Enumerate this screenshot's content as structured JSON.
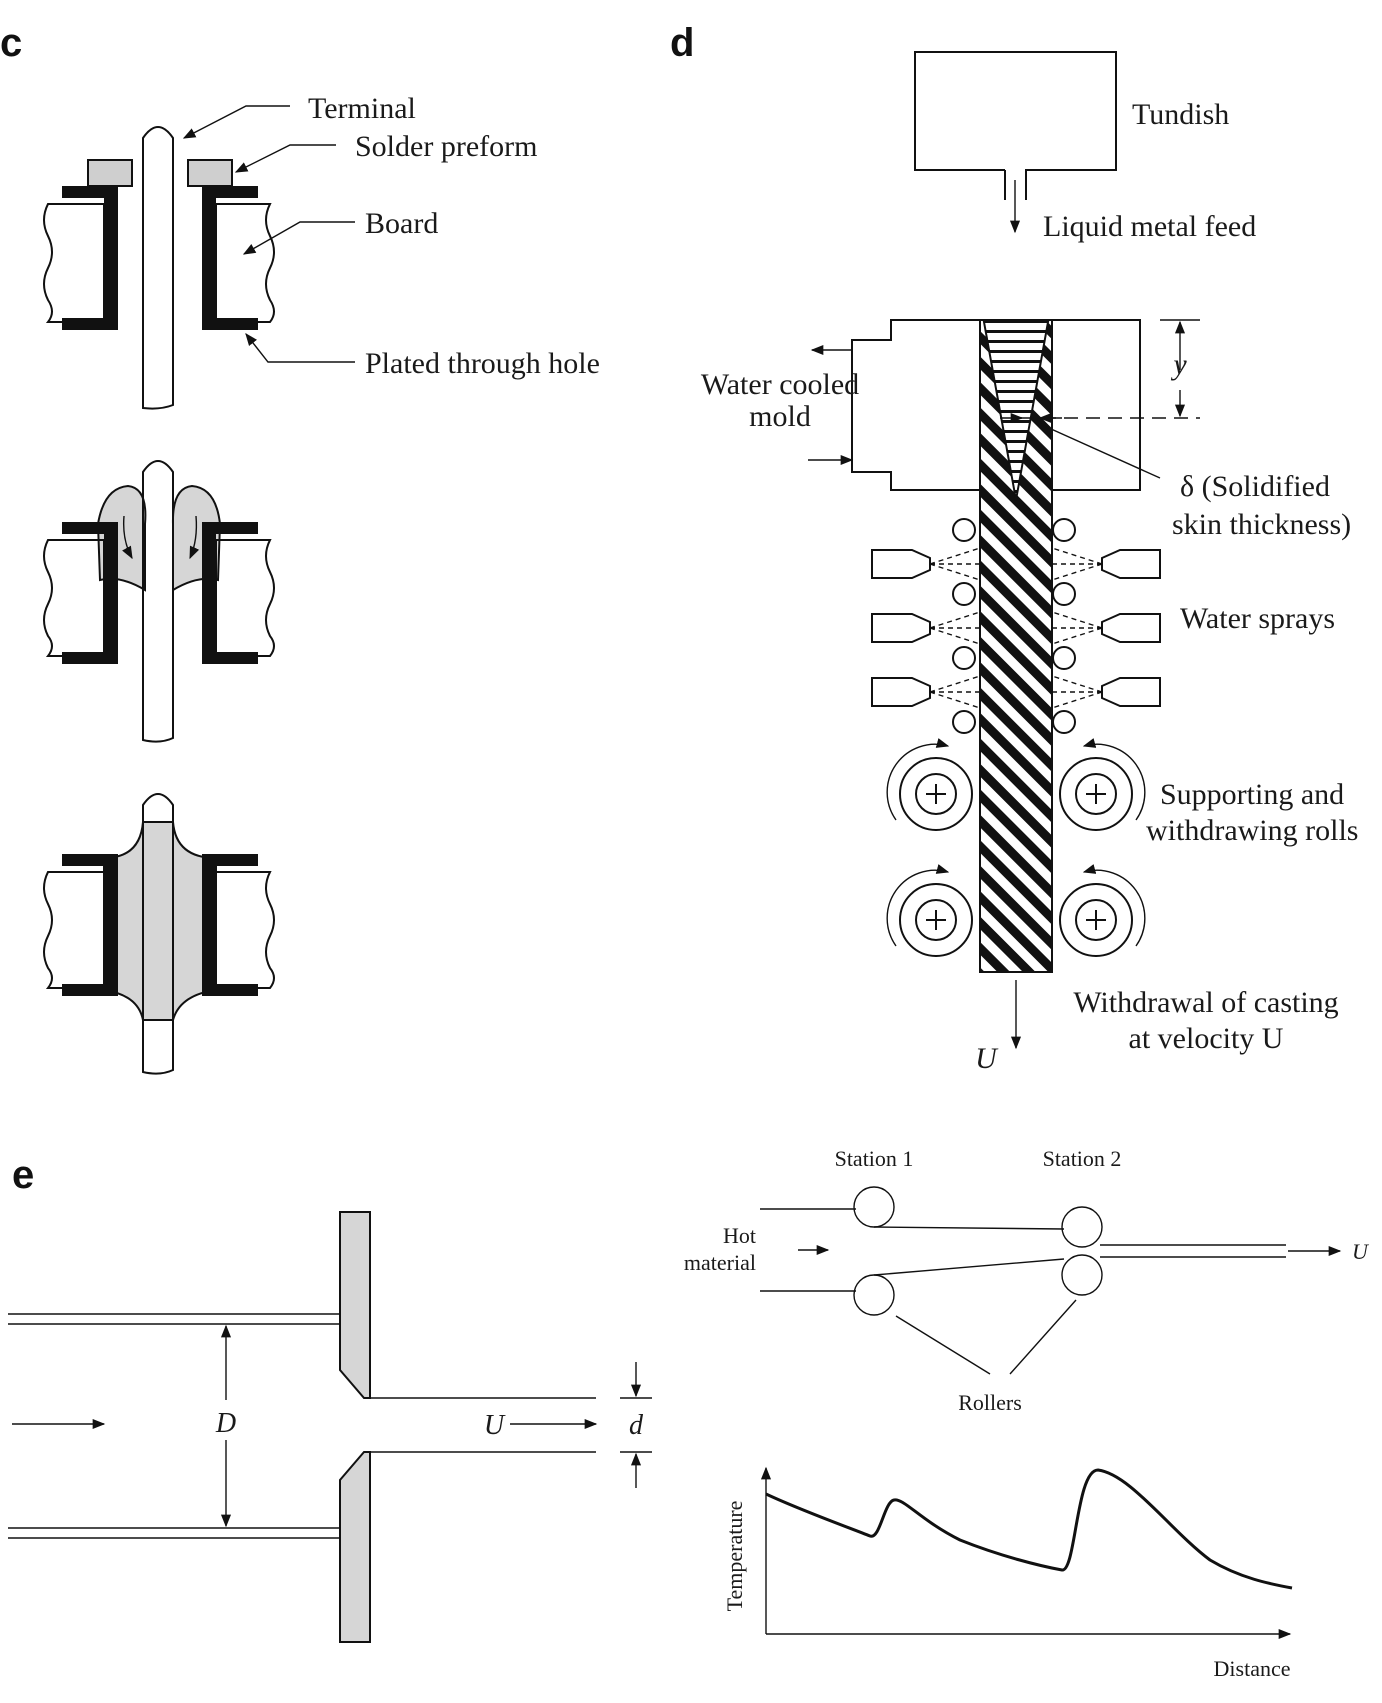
{
  "panels": {
    "c": {
      "letter": "c",
      "labels": {
        "terminal": "Terminal",
        "solder_preform": "Solder preform",
        "board": "Board",
        "plated_through_hole": "Plated through hole"
      }
    },
    "d": {
      "letter": "d",
      "labels": {
        "tundish": "Tundish",
        "liquid_metal_feed": "Liquid metal feed",
        "water_cooled_line1": "Water cooled",
        "water_cooled_line2": "mold",
        "y_symbol": "y",
        "delta_line1": "δ (Solidified",
        "delta_line2": "skin thickness)",
        "water_sprays": "Water sprays",
        "rolls_line1": "Supporting and",
        "rolls_line2": "withdrawing rolls",
        "withdrawal_line1": "Withdrawal of casting",
        "withdrawal_line2": "at velocity U",
        "u_symbol": "U"
      }
    },
    "e": {
      "letter": "e",
      "labels": {
        "D_symbol": "D",
        "U_symbol": "U",
        "d_symbol": "d"
      }
    },
    "rolling": {
      "labels": {
        "station1": "Station 1",
        "station2": "Station 2",
        "hot_line1": "Hot",
        "hot_line2": "material",
        "u_symbol": "U",
        "rollers": "Rollers",
        "y_axis": "Temperature",
        "x_axis": "Distance"
      }
    }
  },
  "colors": {
    "ink": "#111111",
    "fill_gray": "#d6d6d6",
    "background": "#ffffff"
  }
}
